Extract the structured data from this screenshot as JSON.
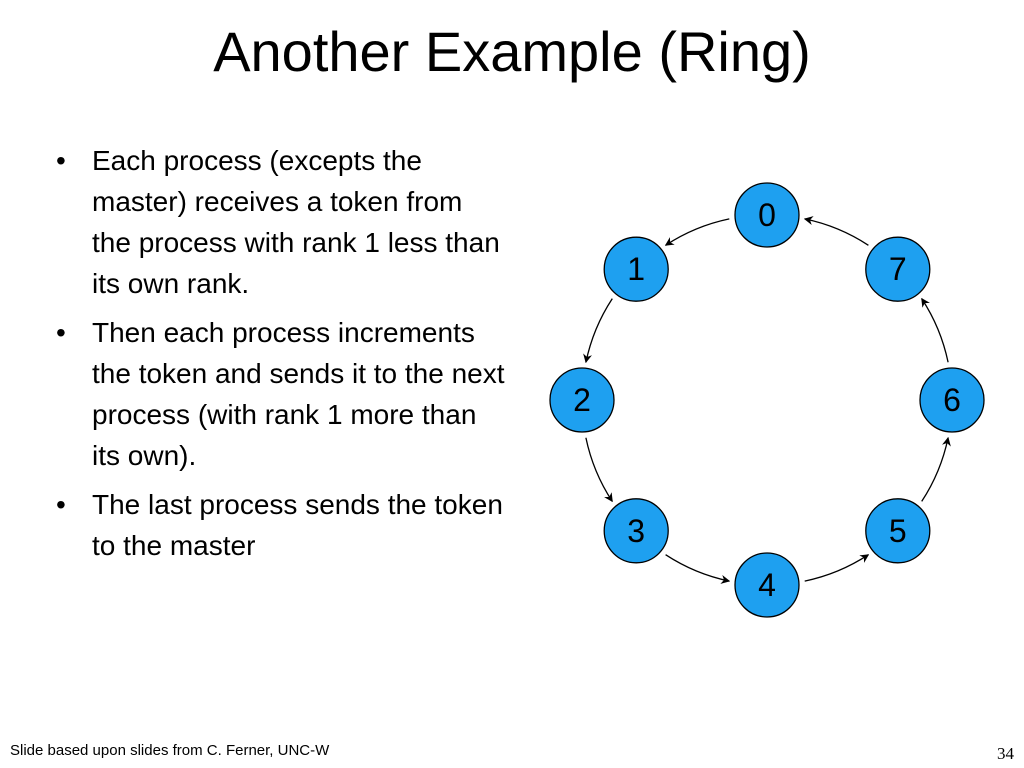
{
  "slide": {
    "title": "Another Example (Ring)",
    "bullets": [
      "Each process (excepts the master) receives a token from the process with rank 1 less than its own rank.",
      "Then each process increments the token and sends it to the next process (with rank 1 more than its own).",
      "The last process sends the token to the master"
    ],
    "footer": "Slide based upon slides from C. Ferner, UNC-W",
    "page_number": "34"
  },
  "diagram": {
    "node_fill": "#1ea0f0",
    "nodes": [
      {
        "id": "0",
        "label": "0"
      },
      {
        "id": "1",
        "label": "1"
      },
      {
        "id": "2",
        "label": "2"
      },
      {
        "id": "3",
        "label": "3"
      },
      {
        "id": "4",
        "label": "4"
      },
      {
        "id": "5",
        "label": "5"
      },
      {
        "id": "6",
        "label": "6"
      },
      {
        "id": "7",
        "label": "7"
      }
    ],
    "edges": [
      {
        "from": "0",
        "to": "1"
      },
      {
        "from": "1",
        "to": "2"
      },
      {
        "from": "2",
        "to": "3"
      },
      {
        "from": "3",
        "to": "4"
      },
      {
        "from": "4",
        "to": "5"
      },
      {
        "from": "5",
        "to": "6"
      },
      {
        "from": "6",
        "to": "7"
      },
      {
        "from": "7",
        "to": "0"
      }
    ]
  }
}
